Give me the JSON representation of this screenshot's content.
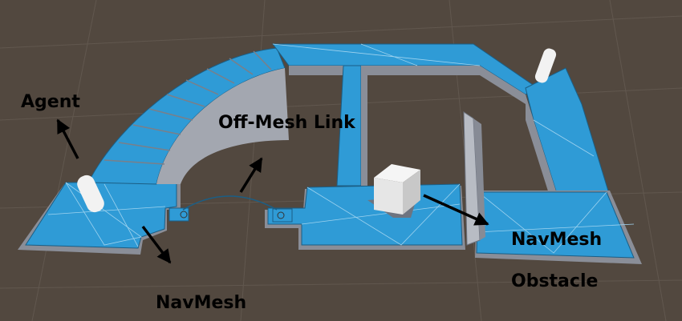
{
  "labels": {
    "agent": "Agent",
    "off_mesh_link": "Off-Mesh Link",
    "navmesh": "NavMesh",
    "navmesh_obstacle_line1": "NavMesh",
    "navmesh_obstacle_line2": "Obstacle"
  },
  "colors": {
    "background": "#52483f",
    "navmesh": "#2f9bd6",
    "wall": "#b8bcc4",
    "grid": "#6b6259"
  }
}
